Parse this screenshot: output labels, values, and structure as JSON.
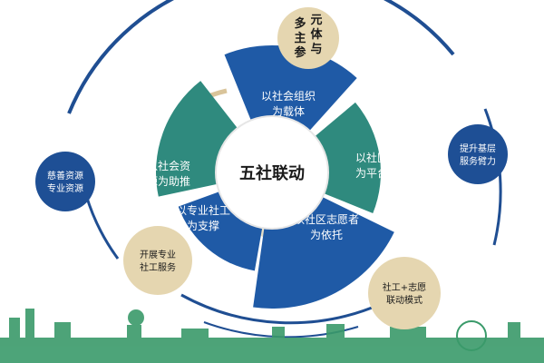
{
  "center": {
    "label": "五社联动"
  },
  "segments": [
    {
      "id": "social-org",
      "lines": [
        "以社会组织",
        "为载体"
      ],
      "color": "#1f5aa6"
    },
    {
      "id": "community",
      "lines": [
        "以社区",
        "为平台"
      ],
      "color": "#2f8a7e"
    },
    {
      "id": "volunteer",
      "lines": [
        "以社区志愿者",
        "为依托"
      ],
      "color": "#1f5aa6"
    },
    {
      "id": "social-worker",
      "lines": [
        "以专业社工",
        "为支撑"
      ],
      "color": "#1f5aa6"
    },
    {
      "id": "resources",
      "lines": [
        "以社会资",
        "源为助推"
      ],
      "color": "#2f8a7e"
    }
  ],
  "bubbles": [
    {
      "id": "multi-party",
      "lines": [
        "多",
        "主",
        "参",
        "元",
        "体",
        "与"
      ],
      "color": "#e5d6b0"
    },
    {
      "id": "service-capacity",
      "lines": [
        "提升基层",
        "服务臂力"
      ],
      "color": "#1e4f95"
    },
    {
      "id": "charity-resources",
      "lines": [
        "慈善资源",
        "专业资源"
      ],
      "color": "#1e4f95"
    },
    {
      "id": "professional-service",
      "lines": [
        "开展专业",
        "社工服务"
      ],
      "color": "#e5d6b0"
    },
    {
      "id": "linkage-mode",
      "lines": [
        "社工+志愿",
        "联动模式"
      ],
      "color": "#e5d6b0"
    }
  ],
  "colors": {
    "navy": "#1f4e92",
    "teal": "#2f8a7e",
    "gold": "#d9c49a",
    "green": "#3a9a6a"
  }
}
